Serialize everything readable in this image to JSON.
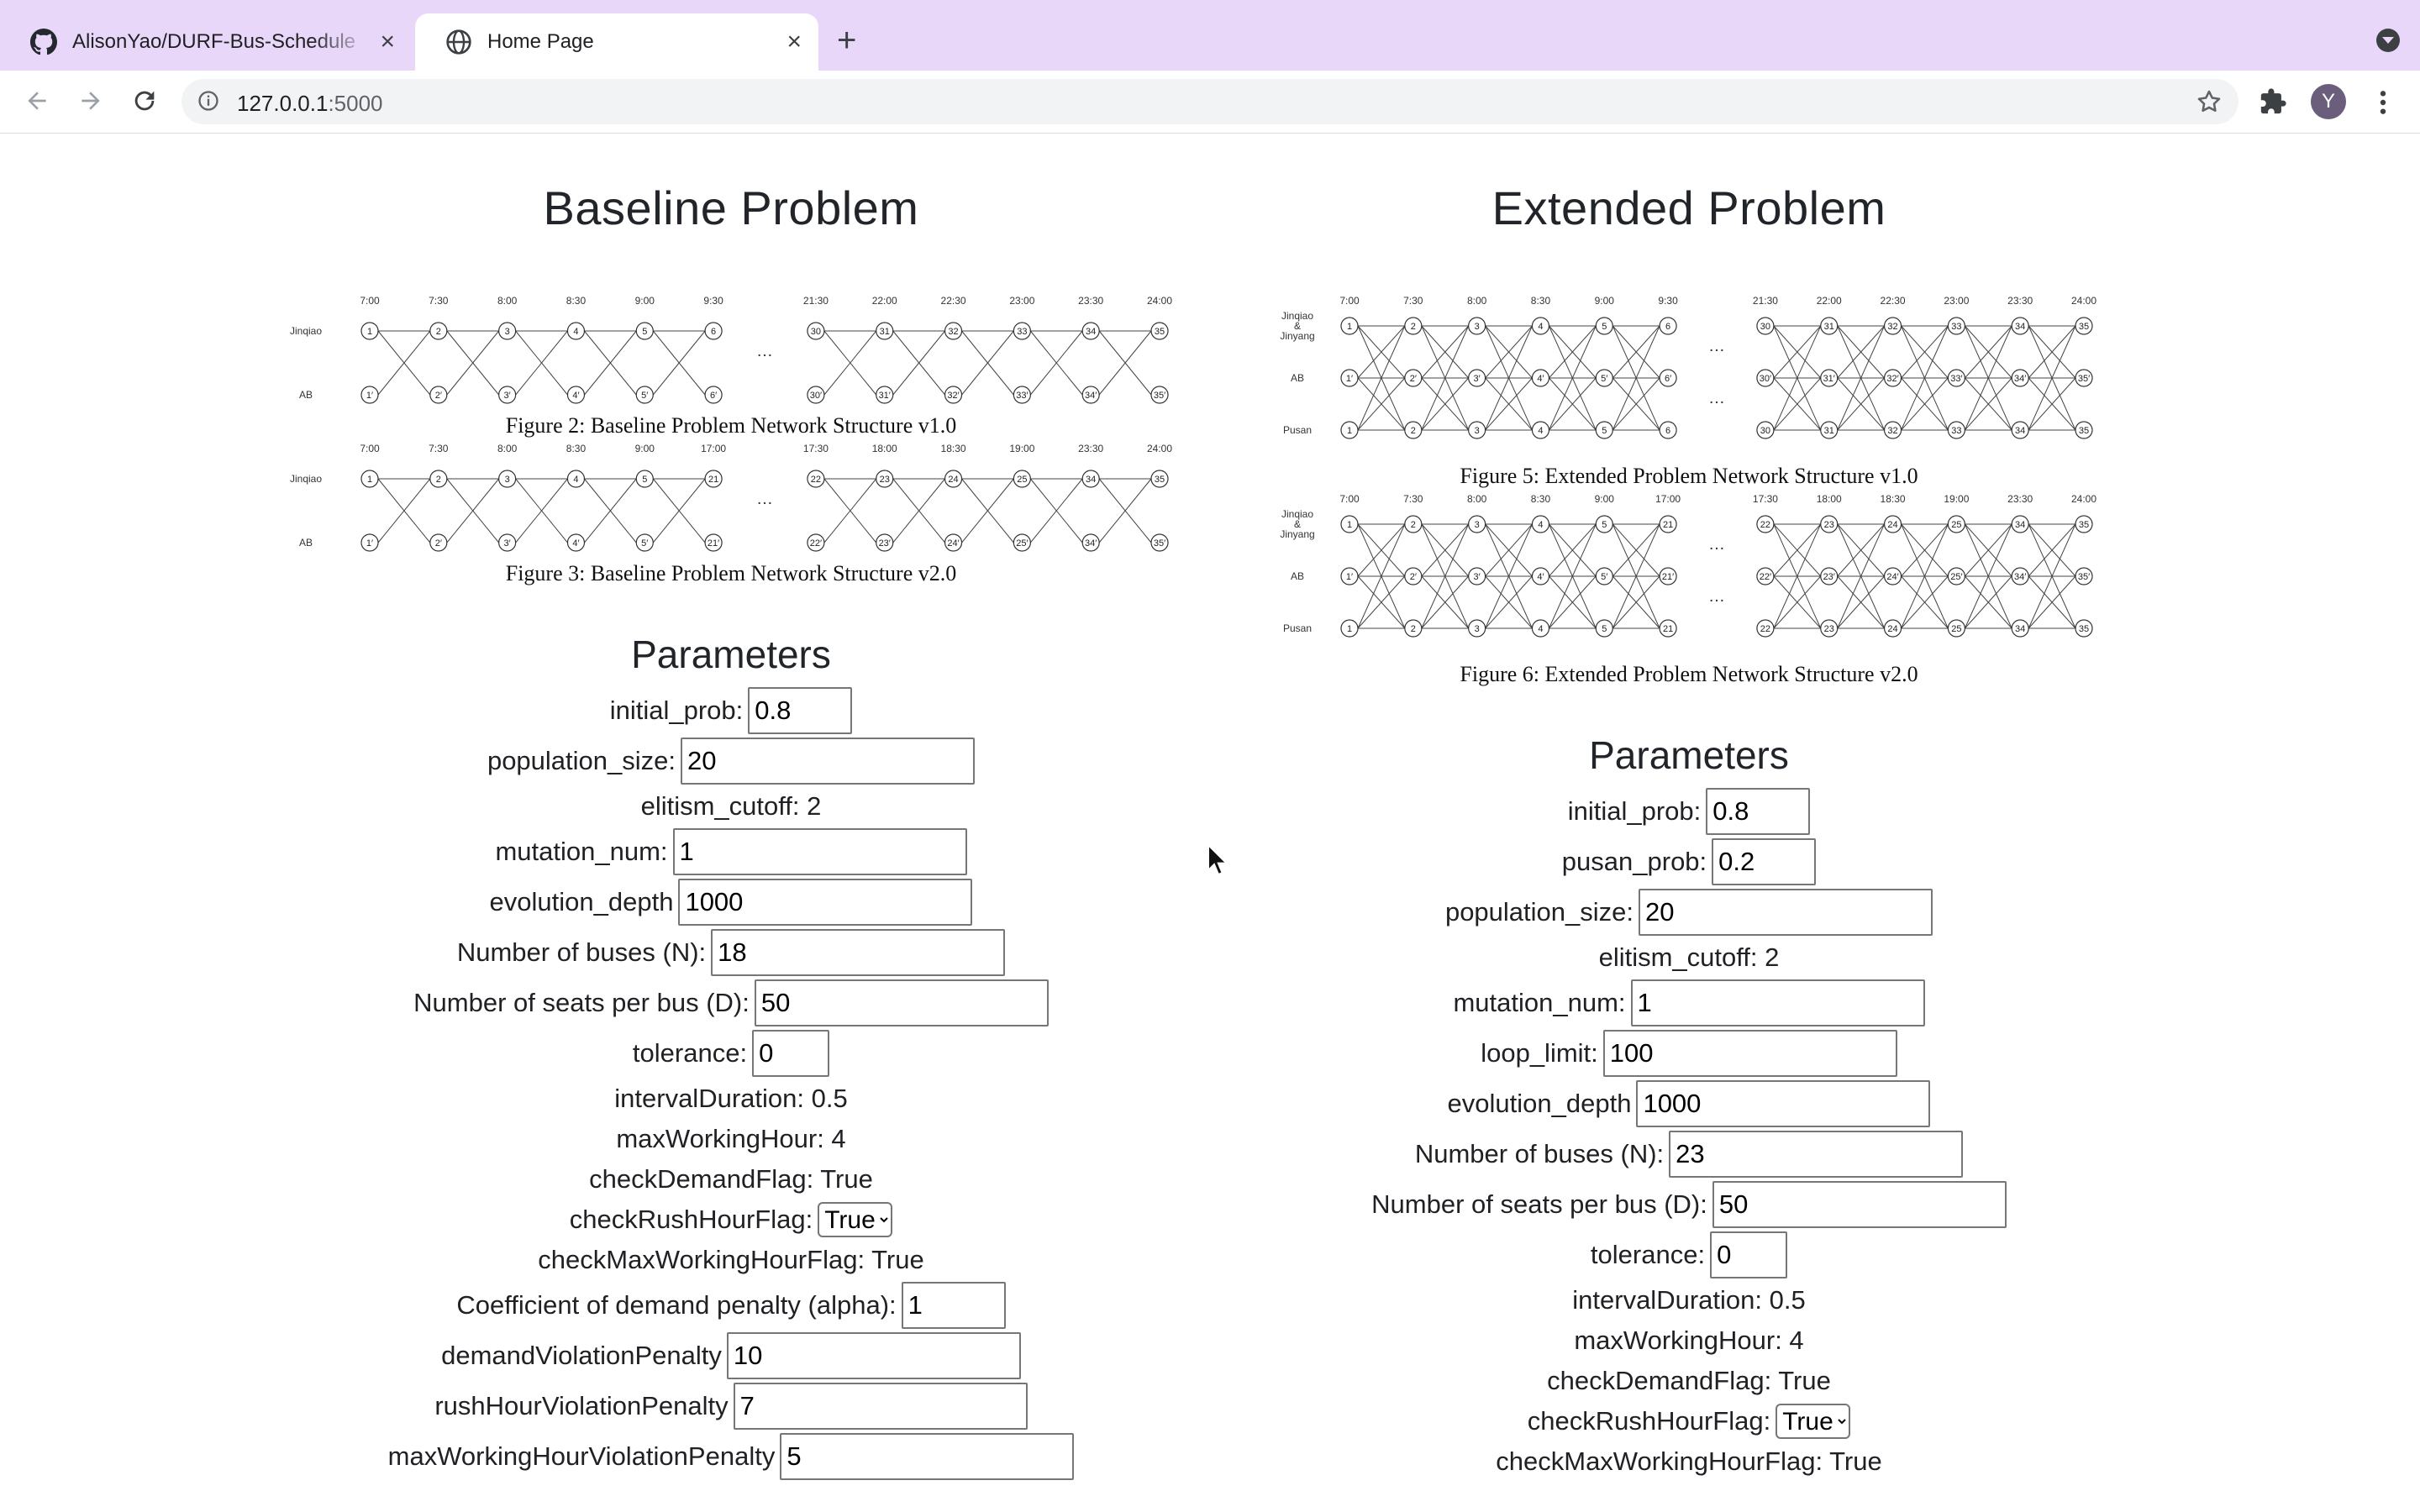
{
  "browser": {
    "tabs": [
      {
        "title": "AlisonYao/DURF-Bus-Schedule",
        "icon": "github-icon",
        "active": false
      },
      {
        "title": "Home Page",
        "icon": "globe-icon",
        "active": true
      }
    ],
    "url_host": "127.0.0.1",
    "url_port": ":5000",
    "avatar_letter": "Y",
    "accent_color": "#e9d7f9"
  },
  "baseline": {
    "title": "Baseline Problem",
    "figure_v1": {
      "caption": "Figure 2: Baseline Problem Network Structure v1.0",
      "times": [
        "7:00",
        "7:30",
        "8:00",
        "8:30",
        "9:00",
        "9:30",
        "21:30",
        "22:00",
        "22:30",
        "23:00",
        "23:30",
        "24:00"
      ],
      "nodes": [
        "1",
        "2",
        "3",
        "4",
        "5",
        "6",
        "30",
        "31",
        "32",
        "33",
        "34",
        "35"
      ],
      "stops": [
        "Jinqiao",
        "AB"
      ]
    },
    "figure_v2": {
      "caption": "Figure 3: Baseline Problem Network Structure v2.0",
      "times": [
        "7:00",
        "7:30",
        "8:00",
        "8:30",
        "9:00",
        "17:00",
        "17:30",
        "18:00",
        "18:30",
        "19:00",
        "23:30",
        "24:00"
      ],
      "nodes": [
        "1",
        "2",
        "3",
        "4",
        "5",
        "21",
        "22",
        "23",
        "24",
        "25",
        "34",
        "35"
      ],
      "stops": [
        "Jinqiao",
        "AB"
      ]
    },
    "params_title": "Parameters",
    "params": {
      "initial_prob": {
        "label": "initial_prob:",
        "value": "0.8"
      },
      "population_size": {
        "label": "population_size:",
        "value": "20"
      },
      "elitism_cutoff": "elitism_cutoff: 2",
      "mutation_num": {
        "label": "mutation_num:",
        "value": "1"
      },
      "evolution_depth": {
        "label": "evolution_depth",
        "value": "1000"
      },
      "num_buses": {
        "label": "Number of buses (N):",
        "value": "18"
      },
      "num_seats": {
        "label": "Number of seats per bus (D):",
        "value": "50"
      },
      "tolerance": {
        "label": "tolerance:",
        "value": "0"
      },
      "intervalDuration": "intervalDuration: 0.5",
      "maxWorkingHour": "maxWorkingHour: 4",
      "checkDemandFlag": "checkDemandFlag: True",
      "checkRushHourFlag": {
        "label": "checkRushHourFlag:",
        "value": "True"
      },
      "checkMaxWorkingHourFlag": "checkMaxWorkingHourFlag: True",
      "alpha": {
        "label": "Coefficient of demand penalty (alpha):",
        "value": "1"
      },
      "demandViolationPenalty": {
        "label": "demandViolationPenalty",
        "value": "10"
      },
      "rushHourViolationPenalty": {
        "label": "rushHourViolationPenalty",
        "value": "7"
      },
      "maxWorkingHourViolationPenalty": {
        "label": "maxWorkingHourViolationPenalty",
        "value": "5"
      }
    }
  },
  "extended": {
    "title": "Extended Problem",
    "figure_v1": {
      "caption": "Figure 5: Extended Problem Network Structure v1.0",
      "times": [
        "7:00",
        "7:30",
        "8:00",
        "8:30",
        "9:00",
        "9:30",
        "21:30",
        "22:00",
        "22:30",
        "23:00",
        "23:30",
        "24:00"
      ],
      "nodes": [
        "1",
        "2",
        "3",
        "4",
        "5",
        "6",
        "30",
        "31",
        "32",
        "33",
        "34",
        "35"
      ],
      "stops": [
        "Jinqiao & Jinyang",
        "AB",
        "Pusan"
      ]
    },
    "figure_v2": {
      "caption": "Figure 6: Extended Problem Network Structure v2.0",
      "times": [
        "7:00",
        "7:30",
        "8:00",
        "8:30",
        "9:00",
        "17:00",
        "17:30",
        "18:00",
        "18:30",
        "19:00",
        "23:30",
        "24:00"
      ],
      "nodes": [
        "1",
        "2",
        "3",
        "4",
        "5",
        "21",
        "22",
        "23",
        "24",
        "25",
        "34",
        "35"
      ],
      "stops": [
        "Jinqiao & Jinyang",
        "AB",
        "Pusan"
      ]
    },
    "params_title": "Parameters",
    "params": {
      "initial_prob": {
        "label": "initial_prob:",
        "value": "0.8"
      },
      "pusan_prob": {
        "label": "pusan_prob:",
        "value": "0.2"
      },
      "population_size": {
        "label": "population_size:",
        "value": "20"
      },
      "elitism_cutoff": "elitism_cutoff: 2",
      "mutation_num": {
        "label": "mutation_num:",
        "value": "1"
      },
      "loop_limit": {
        "label": "loop_limit:",
        "value": "100"
      },
      "evolution_depth": {
        "label": "evolution_depth",
        "value": "1000"
      },
      "num_buses": {
        "label": "Number of buses (N):",
        "value": "23"
      },
      "num_seats": {
        "label": "Number of seats per bus (D):",
        "value": "50"
      },
      "tolerance": {
        "label": "tolerance:",
        "value": "0"
      },
      "intervalDuration": "intervalDuration: 0.5",
      "maxWorkingHour": "maxWorkingHour: 4",
      "checkDemandFlag": "checkDemandFlag: True",
      "checkRushHourFlag": {
        "label": "checkRushHourFlag:",
        "value": "True"
      },
      "checkMaxWorkingHourFlag": "checkMaxWorkingHourFlag: True"
    }
  }
}
